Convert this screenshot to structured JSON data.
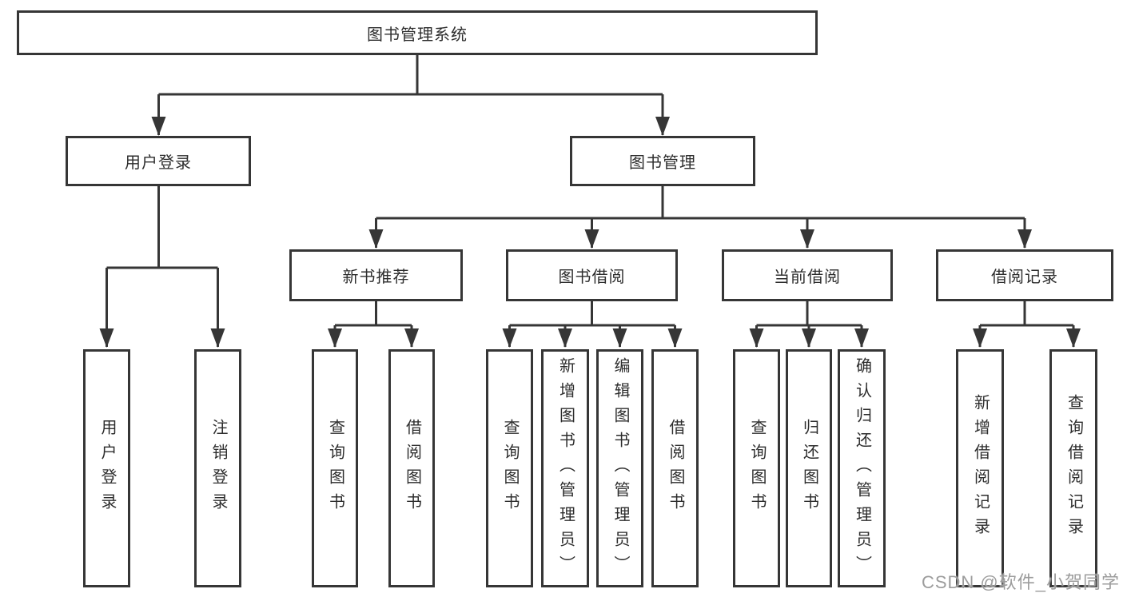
{
  "diagram": {
    "root": {
      "label": "图书管理系统"
    },
    "login": {
      "label": "用户登录",
      "children": [
        {
          "label": "用户登录"
        },
        {
          "label": "注销登录"
        }
      ]
    },
    "management": {
      "label": "图书管理",
      "children": [
        {
          "label": "新书推荐",
          "children": [
            {
              "label": "查询图书"
            },
            {
              "label": "借阅图书"
            }
          ]
        },
        {
          "label": "图书借阅",
          "children": [
            {
              "label": "查询图书"
            },
            {
              "label": "新增图书（管理员）"
            },
            {
              "label": "编辑图书（管理员）"
            },
            {
              "label": "借阅图书"
            }
          ]
        },
        {
          "label": "当前借阅",
          "children": [
            {
              "label": "查询图书"
            },
            {
              "label": "归还图书"
            },
            {
              "label": "确认归还（管理员）"
            }
          ]
        },
        {
          "label": "借阅记录",
          "children": [
            {
              "label": "新增借阅记录"
            },
            {
              "label": "查询借阅记录"
            }
          ]
        }
      ]
    }
  },
  "watermark": {
    "text": "CSDN @软件_小贺同学"
  },
  "colors": {
    "line": "#363636",
    "text": "#2d2d2d",
    "watermark": "#9c9c9c",
    "background": "#ffffff"
  }
}
